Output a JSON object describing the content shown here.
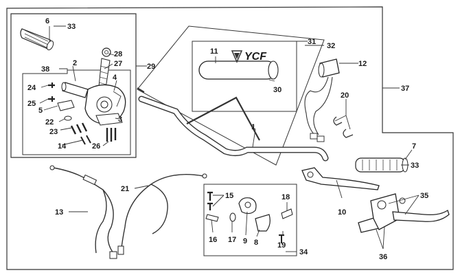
{
  "diagram": {
    "labels": {
      "l1": "1",
      "l2": "2",
      "l3": "3",
      "l4": "4",
      "l5": "5",
      "l6": "6",
      "l7": "7",
      "l8": "8",
      "l9": "9",
      "l10": "10",
      "l11": "11",
      "l12": "12",
      "l13": "13",
      "l14": "14",
      "l15": "15",
      "l16": "16",
      "l17": "17",
      "l18": "18",
      "l19": "19",
      "l20": "20",
      "l21": "21",
      "l22": "22",
      "l23": "23",
      "l24": "24",
      "l25": "25",
      "l26": "26",
      "l27": "27",
      "l28": "28",
      "l29": "29",
      "l30": "30",
      "l31": "31",
      "l32": "32",
      "l33a": "33",
      "l33b": "33",
      "l34": "34",
      "l35": "35",
      "l36": "36",
      "l37": "37",
      "l38": "38"
    },
    "logo_text": "YCF"
  }
}
